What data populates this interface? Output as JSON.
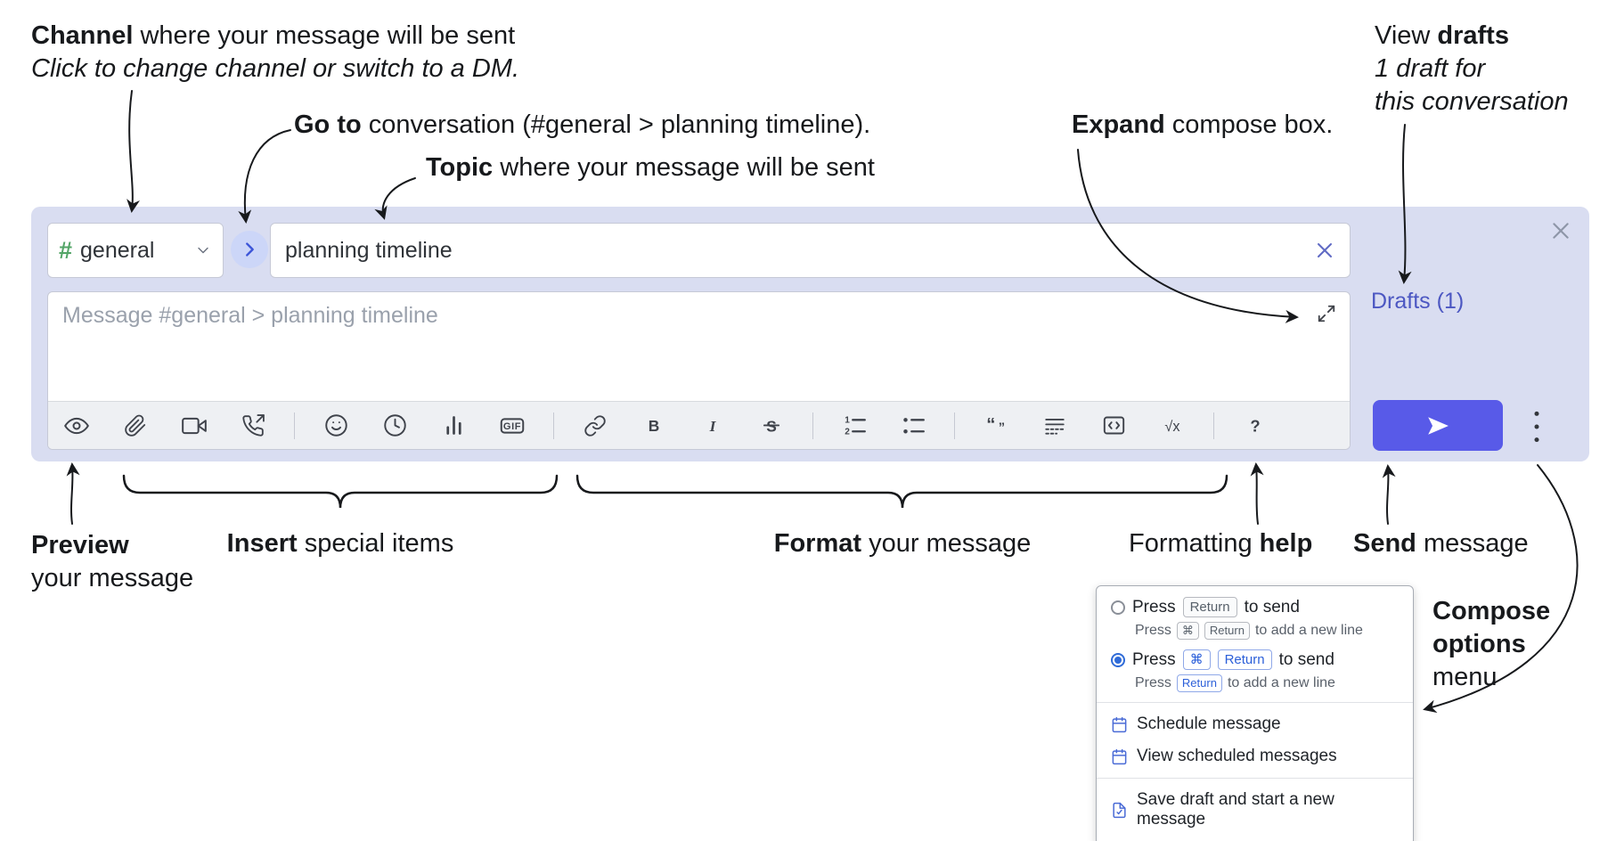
{
  "annotations": {
    "channel_line1_bold": "Channel",
    "channel_line1_rest": " where your message will be sent",
    "channel_line2": "Click to change channel or switch to a DM.",
    "goto_bold": "Go to",
    "goto_rest": " conversation (#general > planning timeline).",
    "topic_bold": "Topic",
    "topic_rest": " where your message will be sent",
    "expand_bold": "Expand",
    "expand_rest": " compose box.",
    "drafts_line1_pre": "View ",
    "drafts_line1_bold": "drafts",
    "drafts_line2": "1 draft for",
    "drafts_line3": "this conversation",
    "preview_bold": "Preview",
    "preview_line2": "your message",
    "insert_bold": "Insert",
    "insert_rest": " special items",
    "format_bold": "Format",
    "format_rest": " your message",
    "help_pre": "Formatting ",
    "help_bold": "help",
    "send_bold": "Send",
    "send_rest": " message",
    "co_line1": "Compose",
    "co_line2": "options",
    "co_line3": "menu"
  },
  "compose": {
    "channel_hash": "#",
    "channel_name": "general",
    "topic_value": "planning timeline",
    "message_placeholder": "Message #general > planning timeline",
    "drafts_link": "Drafts (1)"
  },
  "toolbar": {
    "icons": [
      "preview-eye",
      "attach-paperclip",
      "video-call",
      "voice-call",
      "emoji",
      "time",
      "poll",
      "gif",
      "link",
      "bold",
      "italic",
      "strikethrough",
      "numbered-list",
      "bulleted-list",
      "quote",
      "spoiler",
      "code",
      "math",
      "help"
    ],
    "gif": "GIF",
    "bold": "B",
    "italic": "I",
    "strike": "S",
    "num1": "1",
    "num2": "2",
    "quote_open": "“",
    "quote_close": "”",
    "math": "√x",
    "help": "?"
  },
  "popup": {
    "opt1_pre": "Press",
    "opt1_key": "Return",
    "opt1_post": "to send",
    "opt1_sub_pre": "Press",
    "opt1_sub_key1": "⌘",
    "opt1_sub_key2": "Return",
    "opt1_sub_post": "to add a new line",
    "opt2_pre": "Press",
    "opt2_key1": "⌘",
    "opt2_key2": "Return",
    "opt2_post": "to send",
    "opt2_sub_pre": "Press",
    "opt2_sub_key": "Return",
    "opt2_sub_post": "to add a new line",
    "schedule": "Schedule message",
    "view_scheduled": "View scheduled messages",
    "save_draft": "Save draft and start a new message"
  },
  "colors": {
    "compose_bg": "#d9ddf1",
    "send_button": "#585ae8",
    "link_blue": "#4c57c2",
    "channel_green": "#53a567",
    "popup_accent": "#2f6bd8"
  }
}
